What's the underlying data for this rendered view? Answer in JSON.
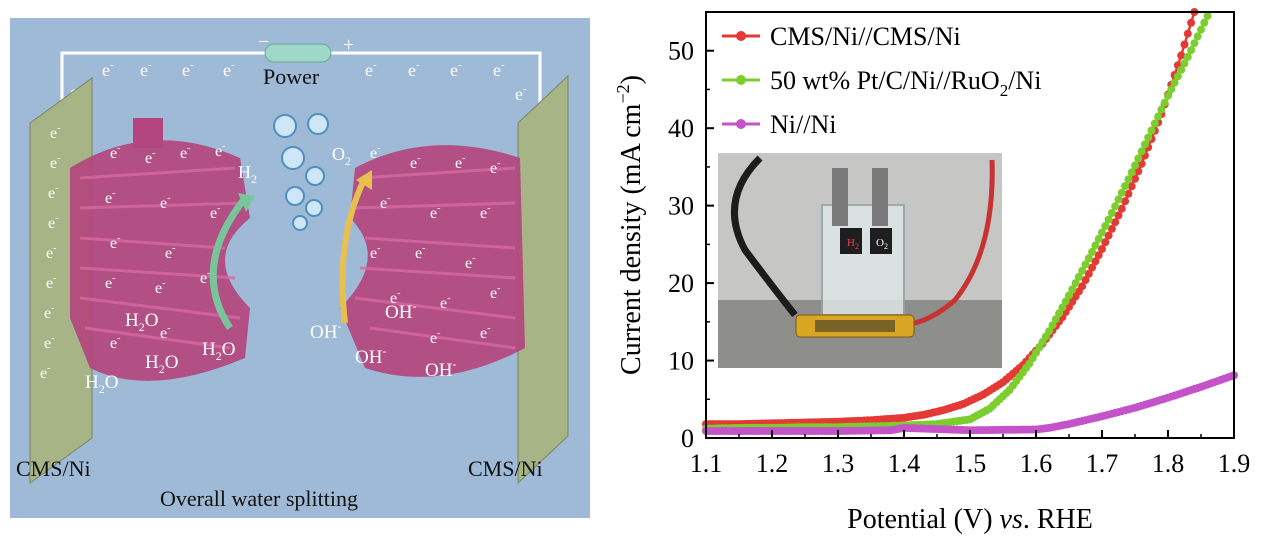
{
  "schematic": {
    "power_label": "Power",
    "minus_sign": "−",
    "plus_sign": "+",
    "electron": "e",
    "electron_charge": "-",
    "h2_label": "H",
    "h2_sub": "2",
    "o2_label": "O",
    "o2_sub": "2",
    "water_1": "H",
    "water_2": "O",
    "hydroxide_1": "OH",
    "hydroxide_charge": "-",
    "left_electrode_label": "CMS/Ni",
    "right_electrode_label": "CMS/Ni",
    "caption": "Overall water splitting",
    "colors": {
      "background": "#9fbad6",
      "electrode": "#a7b486",
      "catalyst": "#b3467e",
      "h2_arrow": "#7ac49c",
      "o2_arrow": "#e8c050"
    }
  },
  "inset": {
    "h_tag": "H",
    "o_tag": "O",
    "sub": "2"
  },
  "chart_data": {
    "type": "line",
    "xlabel_prefix": "Potential (V) ",
    "xlabel_italic": "vs",
    "xlabel_suffix": ". RHE",
    "ylabel_prefix": "Current density (mA cm",
    "ylabel_sup": "−2",
    "ylabel_suffix": ")",
    "xlim": [
      1.1,
      1.9
    ],
    "ylim": [
      0,
      55
    ],
    "xticks": [
      "1.1",
      "1.2",
      "1.3",
      "1.4",
      "1.5",
      "1.6",
      "1.7",
      "1.8",
      "1.9"
    ],
    "yticks": [
      "0",
      "10",
      "20",
      "30",
      "40",
      "50"
    ],
    "legend_position": "top-left",
    "series": [
      {
        "name": "CMS/Ni//CMS/Ni",
        "color": "#e53935",
        "x": [
          1.1,
          1.15,
          1.2,
          1.25,
          1.3,
          1.35,
          1.4,
          1.43,
          1.46,
          1.49,
          1.52,
          1.55,
          1.58,
          1.61,
          1.64,
          1.67,
          1.7,
          1.73,
          1.76,
          1.79,
          1.82,
          1.84
        ],
        "y": [
          1.8,
          1.8,
          1.9,
          2.0,
          2.1,
          2.3,
          2.6,
          3.0,
          3.6,
          4.4,
          5.6,
          7.2,
          9.4,
          12.2,
          15.6,
          19.6,
          24.4,
          29.6,
          35.4,
          41.8,
          49.4,
          55.0
        ]
      },
      {
        "name": "50 wt% Pt/C/Ni//RuO₂/Ni",
        "legend_main": "50 wt% Pt/C/Ni//RuO",
        "legend_sub": "2",
        "legend_tail": "/Ni",
        "color": "#7ccd2e",
        "x": [
          1.1,
          1.15,
          1.2,
          1.25,
          1.3,
          1.35,
          1.4,
          1.45,
          1.5,
          1.53,
          1.56,
          1.59,
          1.62,
          1.65,
          1.68,
          1.71,
          1.74,
          1.77,
          1.8,
          1.83,
          1.86
        ],
        "y": [
          1.2,
          1.3,
          1.3,
          1.4,
          1.4,
          1.5,
          1.6,
          1.8,
          2.4,
          3.8,
          6.2,
          9.6,
          13.8,
          18.4,
          23.2,
          28.2,
          33.4,
          38.8,
          44.2,
          49.2,
          54.5
        ]
      },
      {
        "name": "Ni//Ni",
        "color": "#c452c8",
        "x": [
          1.1,
          1.2,
          1.3,
          1.38,
          1.4,
          1.5,
          1.6,
          1.62,
          1.65,
          1.7,
          1.75,
          1.8,
          1.85,
          1.9
        ],
        "y": [
          0.9,
          0.9,
          0.9,
          1.0,
          1.3,
          1.0,
          1.1,
          1.3,
          1.8,
          2.8,
          3.9,
          5.2,
          6.6,
          8.1
        ]
      }
    ]
  }
}
